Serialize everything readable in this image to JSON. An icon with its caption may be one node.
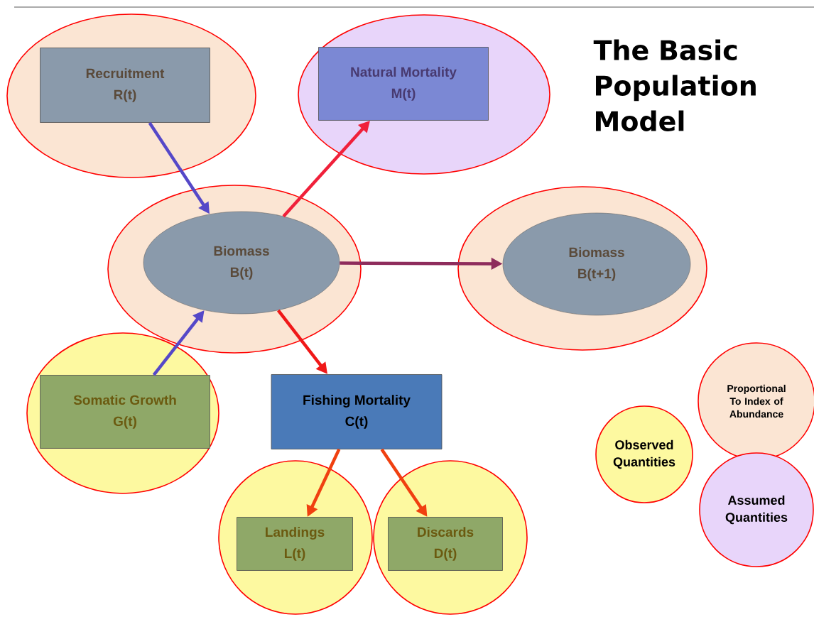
{
  "diagram": {
    "title": "The Basic Population Model",
    "nodes": [
      {
        "text": [],
        "shape": "ellipse"
      },
      {
        "text": [
          "Recruitment",
          "R(t)"
        ],
        "in": 0
      },
      {
        "text": [],
        "shape": "ellipse"
      },
      {
        "text": [
          "Natural Mortality",
          "M(t)"
        ],
        "in": 2
      },
      {
        "text": [],
        "shape": "ellipse"
      },
      {
        "text": [
          "Biomass",
          "B(t)"
        ],
        "in": 4
      },
      {
        "text": [],
        "shape": "ellipse"
      },
      {
        "text": [
          "Biomass",
          "B(t+1)"
        ],
        "in": 6
      },
      {
        "text": [],
        "shape": "ellipse"
      },
      {
        "text": [
          "Somatic Growth",
          "G(t)"
        ],
        "in": 8
      },
      {
        "text": [
          "Fishing Mortality",
          "C(t)"
        ]
      },
      {
        "text": [],
        "shape": "circle"
      },
      {
        "text": [
          "Landings",
          "L(t)"
        ],
        "in": 11
      },
      {
        "text": [],
        "shape": "circle"
      },
      {
        "text": [
          "Discards",
          "D(t)"
        ],
        "in": 13
      }
    ],
    "edges": [
      {
        "from": 1,
        "to": 5,
        "arrow": "to",
        "color": "#5548c8"
      },
      {
        "from": 5,
        "to": 3,
        "arrow": "to",
        "color": "#f0203a"
      },
      {
        "from": 5,
        "to": 7,
        "arrow": "to",
        "color": "#8e2c5c"
      },
      {
        "from": 9,
        "to": 5,
        "arrow": "to",
        "color": "#5548c8"
      },
      {
        "from": 5,
        "to": 10,
        "arrow": "to",
        "color": "#f01818"
      },
      {
        "from": 10,
        "to": 12,
        "arrow": "to",
        "color": "#f04010"
      },
      {
        "from": 10,
        "to": 14,
        "arrow": "to",
        "color": "#f04010"
      }
    ],
    "legend": [
      {
        "text": "Proportional To Index of Abundance",
        "color": "#fbe5d3"
      },
      {
        "text": "Observed Quantities",
        "color": "#fdf9a0"
      },
      {
        "text": "Assumed Quantities",
        "color": "#e8d5fa"
      }
    ]
  }
}
